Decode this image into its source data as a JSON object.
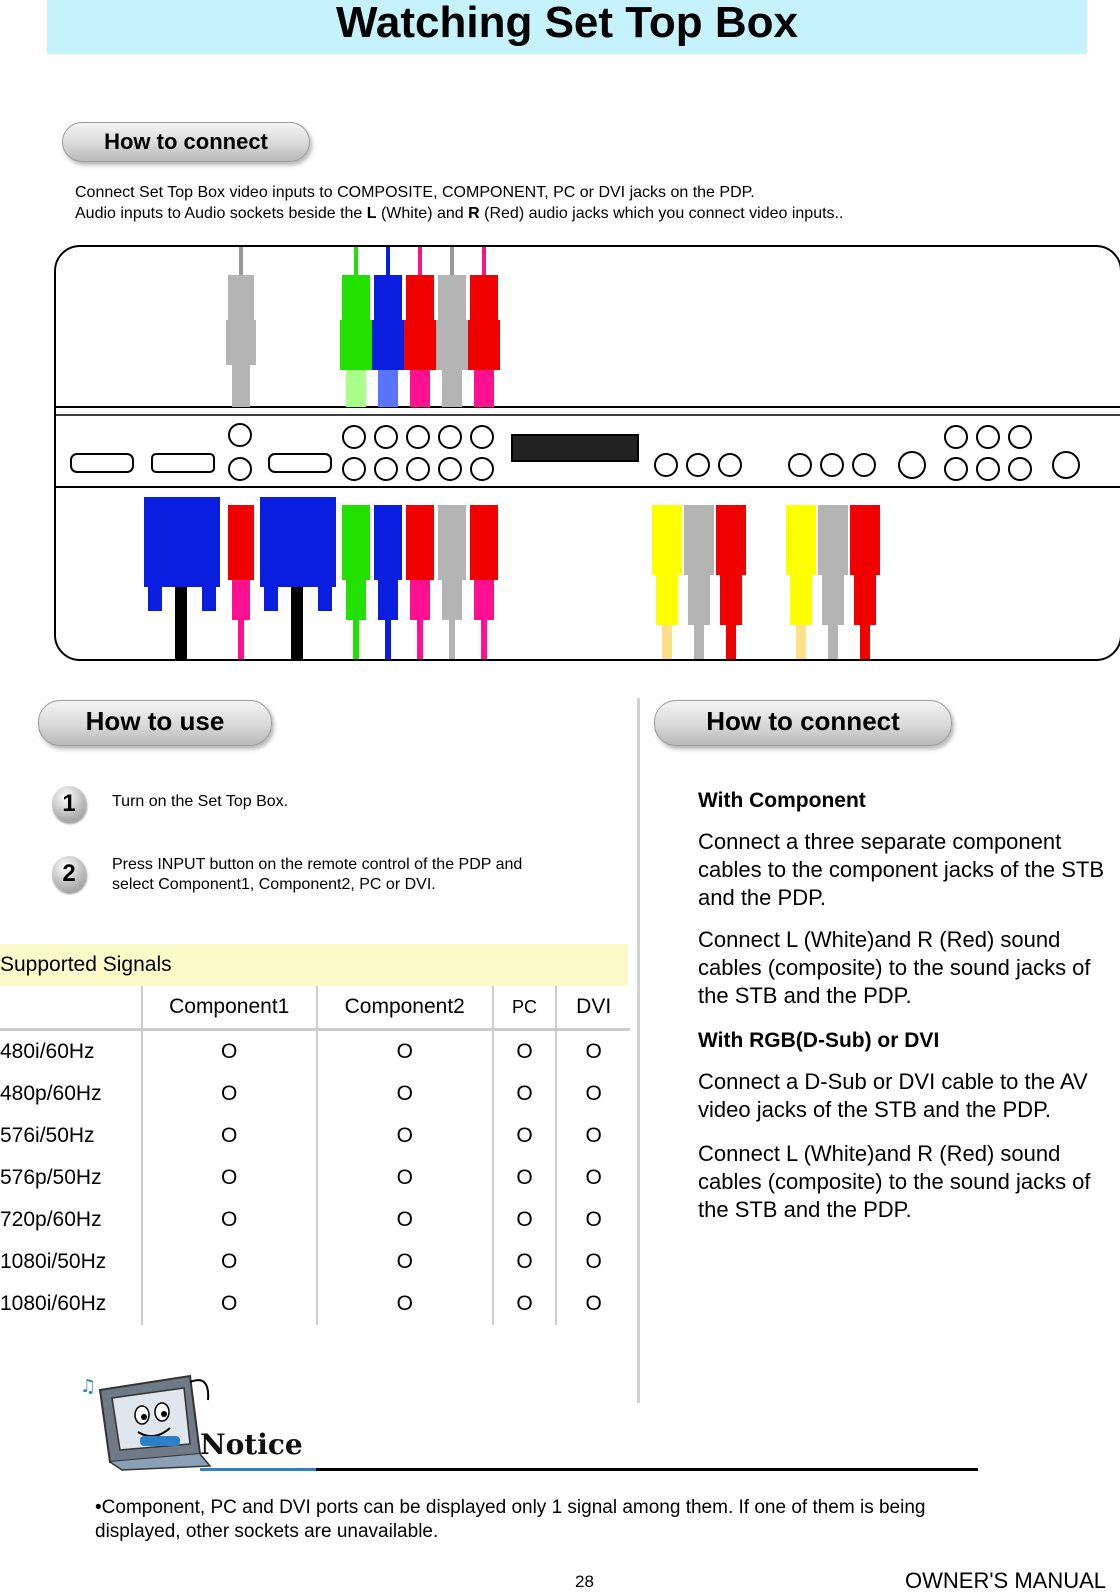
{
  "title": "Watching Set Top Box",
  "section_connect_top": {
    "label": "How to connect",
    "line1": "Connect Set Top Box video inputs to COMPOSITE, COMPONENT, PC or DVI jacks on the PDP.",
    "line2_pre": "Audio inputs to Audio sockets beside the ",
    "line2_L": "L",
    "line2_mid": " (White) and ",
    "line2_R": "R",
    "line2_post": " (Red) audio jacks which you connect video inputs.."
  },
  "how_to_use": {
    "label": "How to use",
    "steps": [
      {
        "num": "1",
        "text": "Turn on the Set Top Box."
      },
      {
        "num": "2",
        "text": "Press INPUT button on the remote control of the PDP and select Component1, Component2, PC or DVI."
      }
    ]
  },
  "signals": {
    "heading": "Supported Signals",
    "columns": [
      "",
      "Component1",
      "Component2",
      "PC",
      "DVI"
    ],
    "rows": [
      [
        "480i/60Hz",
        "O",
        "O",
        "O",
        "O"
      ],
      [
        "480p/60Hz",
        "O",
        "O",
        "O",
        "O"
      ],
      [
        "576i/50Hz",
        "O",
        "O",
        "O",
        "O"
      ],
      [
        "576p/50Hz",
        "O",
        "O",
        "O",
        "O"
      ],
      [
        "720p/60Hz",
        "O",
        "O",
        "O",
        "O"
      ],
      [
        "1080i/50Hz",
        "O",
        "O",
        "O",
        "O"
      ],
      [
        "1080i/60Hz",
        "O",
        "O",
        "O",
        "O"
      ]
    ]
  },
  "how_to_connect_right": {
    "label": "How to connect",
    "h1": "With Component",
    "p1": "Connect a three separate component cables to the component jacks of the STB and the PDP.",
    "p2": "Connect L (White)and R (Red) sound cables (composite) to the sound jacks of the STB and the PDP.",
    "h2": "With RGB(D-Sub) or DVI",
    "p3": "Connect a D-Sub or DVI cable to the AV video jacks of the STB and the PDP.",
    "p4": "Connect L (White)and R (Red) sound cables (composite) to the sound jacks of the STB and the PDP."
  },
  "notice": {
    "label": "Notice",
    "text": "•Component, PC and DVI ports can be displayed only 1 signal among them. If one of them is being displayed, other sockets are unavailable."
  },
  "footer": {
    "page": "28",
    "manual": "OWNER'S MANUAL"
  },
  "colors": {
    "title_bg": "#c6f3fb",
    "signals_bg": "#fcfac8",
    "green": "#22e000",
    "blue": "#0a1ee0",
    "red": "#f00000",
    "white_plug": "#b4b4b4",
    "yellow": "#ffff00",
    "dvi_blue": "#0a1ee0"
  }
}
